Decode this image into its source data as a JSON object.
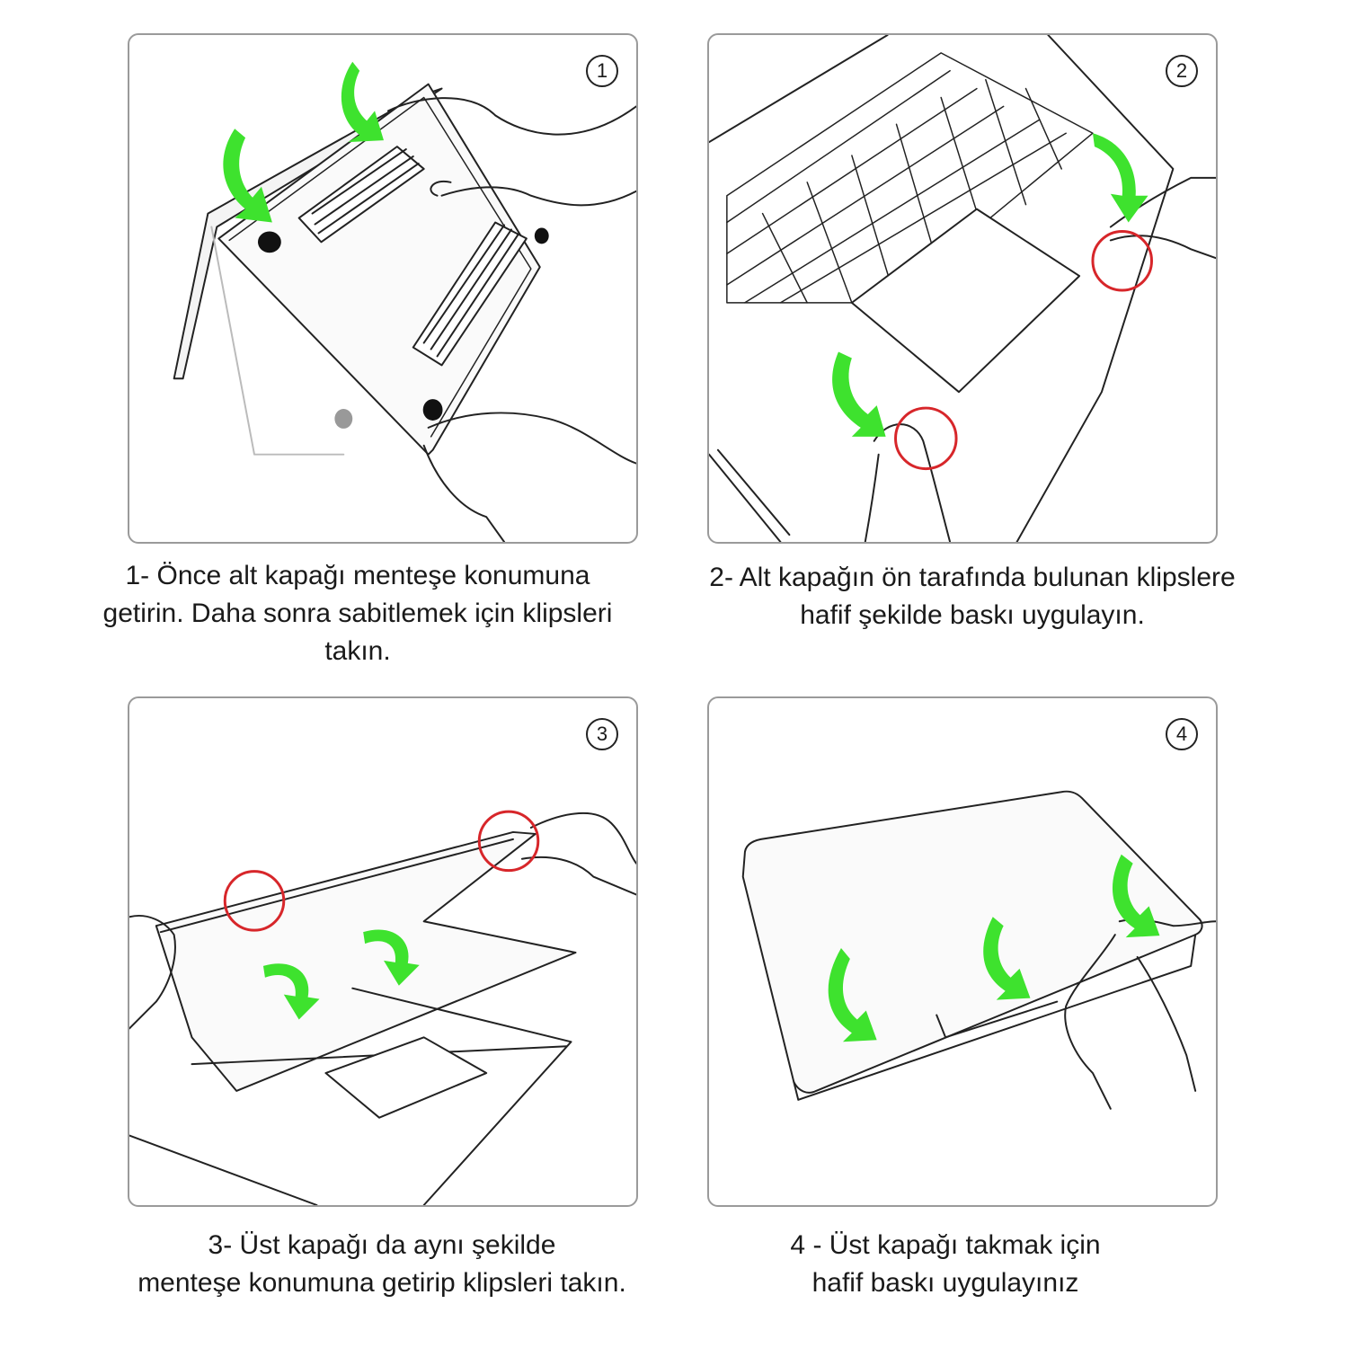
{
  "steps": [
    {
      "number": "1",
      "caption_lines": [
        "1-  Önce alt kapağı menteşe konumuna",
        "getirin. Daha sonra sabitlemek için  klipsleri",
        "takın."
      ]
    },
    {
      "number": "2",
      "caption_lines": [
        "2-  Alt kapağın ön tarafında bulunan klipslere",
        "hafif şekilde baskı uygulayın."
      ]
    },
    {
      "number": "3",
      "caption_lines": [
        "3-  Üst kapağı da aynı şekilde",
        "menteşe konumuna getirip klipsleri takın."
      ]
    },
    {
      "number": "4",
      "caption_lines": [
        "4 - Üst kapağı takmak için",
        "hafif baskı uygulayınız"
      ]
    }
  ],
  "colors": {
    "arrow": "#3ee22e",
    "highlight_circle": "#d7262a",
    "panel_border": "#9a9a9a",
    "line_art": "#222222"
  }
}
